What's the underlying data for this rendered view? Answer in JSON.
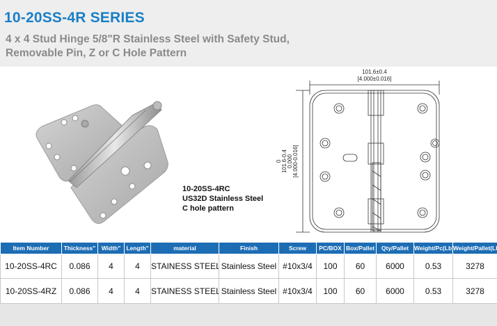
{
  "header": {
    "series_title": "10-20SS-4R SERIES",
    "subtitle_line1": "4 x 4 Stud Hinge 5/8\"R Stainless Steel with Safety Stud,",
    "subtitle_line2": "Removable Pin, Z or C Hole Pattern"
  },
  "caption": {
    "line1": "10-20SS-4RC",
    "line2": "US32D Stainless Steel",
    "line3": "C hole pattern"
  },
  "drawing": {
    "width_dim": "101.6±0.4",
    "width_dim_inch": "[4.000±0.016]",
    "height_dim_line1": "0",
    "height_dim_line2": "101.6-0.4",
    "height_dim_line3": "0.000",
    "height_dim_line4": "[4.000-0.016]"
  },
  "table": {
    "headers": [
      "Item Number",
      "Thickness\"",
      "Width\"",
      "Length\"",
      "material",
      "Finish",
      "Screw",
      "PC/BOX",
      "Box/Pallet",
      "Qty/Pallet",
      "Weight/Pc(Lb)",
      "Weight/Pallet(Lb)"
    ],
    "rows": [
      [
        "10-20SS-4RC",
        "0.086",
        "4",
        "4",
        "STAINESS STEEL",
        "Stainless Steel",
        "#10x3/4",
        "100",
        "60",
        "6000",
        "0.53",
        "3278"
      ],
      [
        "10-20SS-4RZ",
        "0.086",
        "4",
        "4",
        "STAINESS STEEL",
        "Stainless Steel",
        "#10x3/4",
        "100",
        "60",
        "6000",
        "0.53",
        "3278"
      ]
    ]
  },
  "colors": {
    "title_blue": "#1a7fc6",
    "header_blue": "#1d6db5",
    "subtitle_gray": "#8a8a8a"
  }
}
